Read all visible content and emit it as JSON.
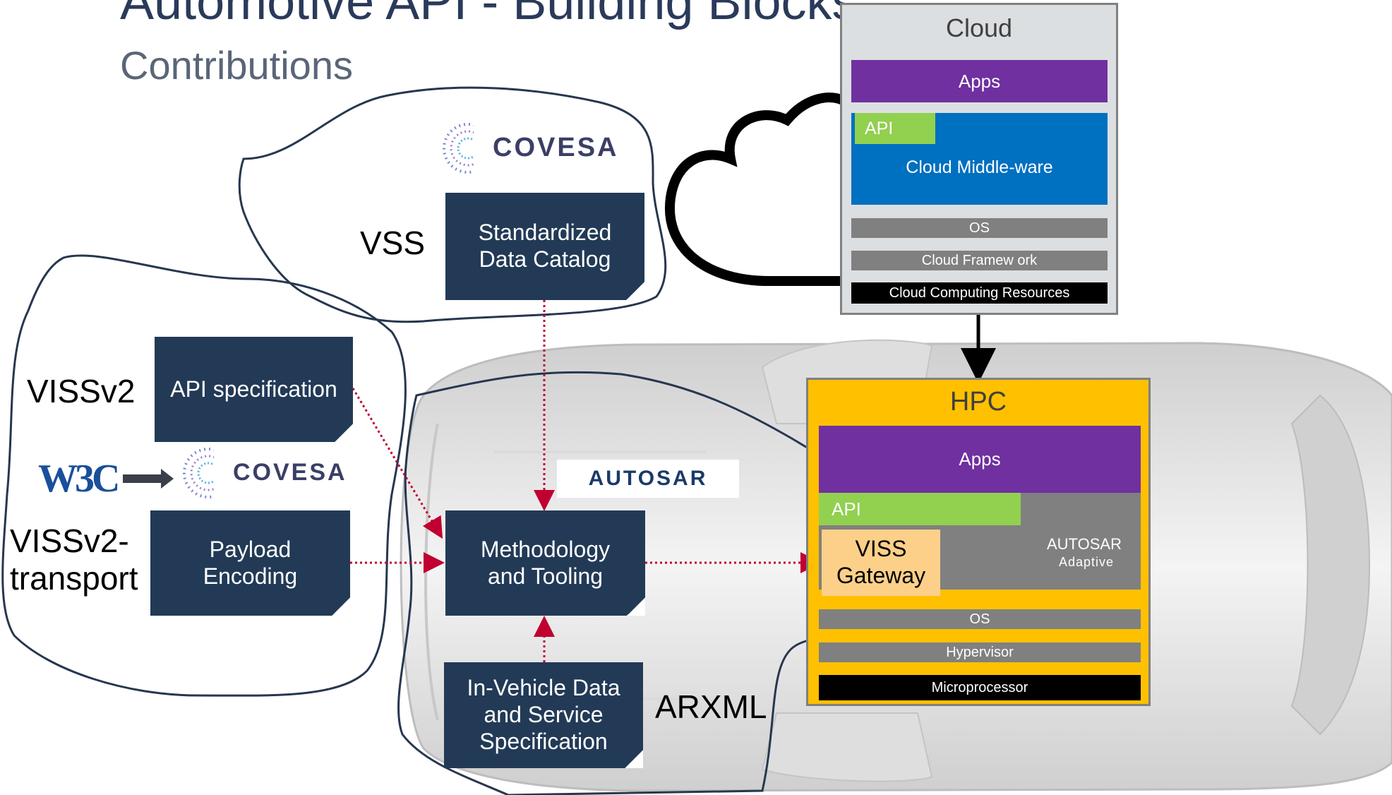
{
  "slide": {
    "title": "Automotive API - Building Blocks",
    "subtitle": "Contributions"
  },
  "logos": {
    "covesa_top": "COVESA",
    "covesa_left": "COVESA",
    "w3c": "W3C",
    "autosar": "AUTOSAR"
  },
  "labels": {
    "vss": "VSS",
    "vissv2": "VISSv2",
    "vissv2_transport": "VISSv2-\ntransport",
    "arxml": "ARXML"
  },
  "boxes": {
    "data_catalog": "Standardized\nData Catalog",
    "api_spec": "API specification",
    "payload": "Payload\nEncoding",
    "methodology": "Methodology\nand Tooling",
    "in_vehicle": "In-Vehicle  Data\nand Service\nSpecification"
  },
  "cloud_stack": {
    "title": "Cloud",
    "apps": "Apps",
    "api": "API",
    "middleware": "Cloud   Middle-ware",
    "os": "OS",
    "framework": "Cloud Framew ork",
    "resources": "Cloud Computing  Resources"
  },
  "hpc_stack": {
    "title": "HPC",
    "apps": "Apps",
    "api": "API",
    "viss_gateway": "VISS\nGateway",
    "autosar": "AUTOSAR",
    "adaptive": "Adaptive",
    "os": "OS",
    "hypervisor": "Hypervisor",
    "microprocessor": "Microprocessor"
  },
  "colors": {
    "box": "#223a56",
    "apps": "#7030a0",
    "api": "#92d050",
    "middleware": "#0070c0",
    "gray_layer": "#808080",
    "black_layer": "#000000",
    "hpc_bg": "#ffc000",
    "viss": "#fdd08a",
    "arrow": "#c00030"
  }
}
